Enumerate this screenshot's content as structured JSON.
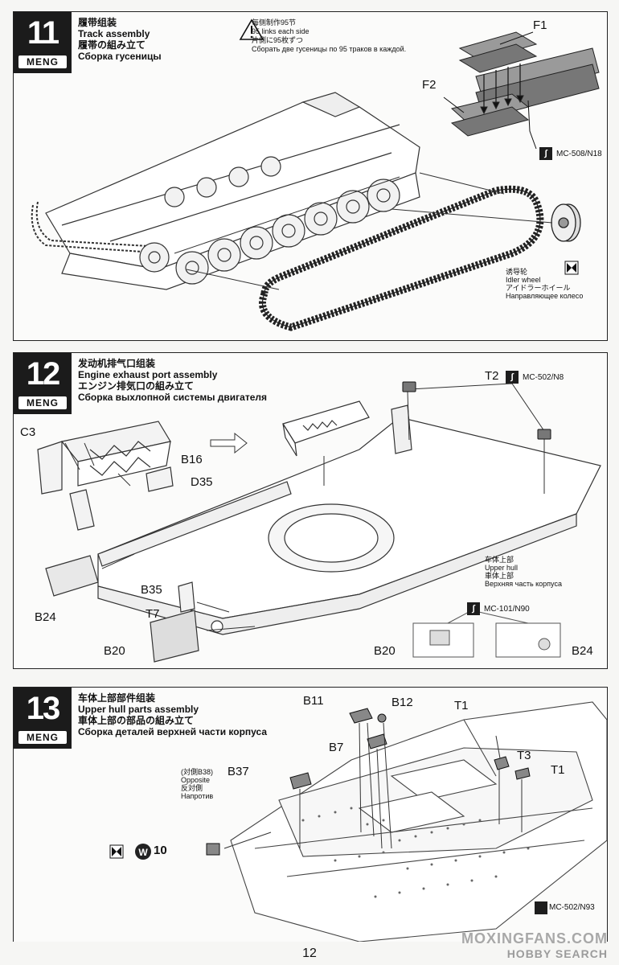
{
  "brand": "MENG",
  "page_number": "12",
  "watermark": {
    "line1": "MOXINGFANS.COM",
    "line2": "HOBBY SEARCH"
  },
  "step11": {
    "number": "11",
    "title_zh": "履带组装",
    "title_en": "Track assembly",
    "title_ja": "履帯の組み立て",
    "title_ru": "Сборка гусеницы",
    "notes": [
      "每侧制作95节",
      "95 links each side",
      "片側に95枚ずつ",
      "Сборать две гусеницы по 95 траков в каждой."
    ],
    "label_f1": "F1",
    "label_f2": "F2",
    "glue_ref": "MC-508/N18",
    "idler_zh": "诱导轮",
    "idler_en": "Idler wheel",
    "idler_ja": "アイドラーホイール",
    "idler_ru": "Направляющее колесо"
  },
  "step12": {
    "number": "12",
    "title_zh": "发动机排气口组装",
    "title_en": "Engine exhaust port assembly",
    "title_ja": "エンジン排気口の組み立て",
    "title_ru": "Сборка выхлопной системы двигателя",
    "labels": {
      "c3": "C3",
      "b16": "B16",
      "d35": "D35",
      "b24": "B24",
      "b35": "B35",
      "t7": "T7",
      "b20": "B20",
      "t2": "T2",
      "b20b": "B20",
      "b24b": "B24"
    },
    "glue_ref_top": "MC-502/N8",
    "glue_ref_mid": "MC-101/N90",
    "upper_hull_zh": "车体上部",
    "upper_hull_en": "Upper hull",
    "upper_hull_ja": "車体上部",
    "upper_hull_ru": "Верхняя часть корпуса"
  },
  "step13": {
    "number": "13",
    "title_zh": "车体上部部件组装",
    "title_en": "Upper hull parts assembly",
    "title_ja": "車体上部の部品の組み立て",
    "title_ru": "Сборка деталей верхней части корпуса",
    "labels": {
      "b11": "B11",
      "b12": "B12",
      "t1a": "T1",
      "b7": "B7",
      "t3": "T3",
      "t1b": "T1",
      "b37": "B37",
      "w10": "10"
    },
    "opposite_zh": "(対側B38)",
    "opposite_en": "Opposite",
    "opposite_ja": "反対側",
    "opposite_ru": "Напротив",
    "glue_ref": "MC-502/N93"
  }
}
